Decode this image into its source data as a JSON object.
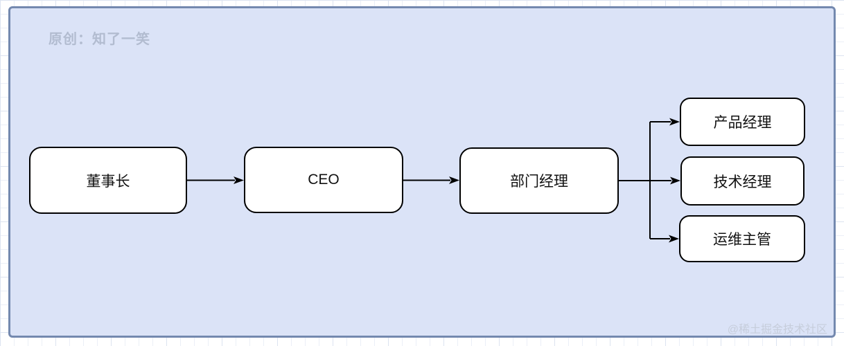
{
  "watermarks": {
    "top_left": "原创：知了一笑",
    "bottom_right": "@稀土掘金技术社区"
  },
  "diagram": {
    "type": "org-chart-flowchart",
    "nodes": [
      {
        "id": "chairman",
        "label": "董事长"
      },
      {
        "id": "ceo",
        "label": "CEO"
      },
      {
        "id": "dept-manager",
        "label": "部门经理"
      },
      {
        "id": "product-manager",
        "label": "产品经理"
      },
      {
        "id": "tech-manager",
        "label": "技术经理"
      },
      {
        "id": "ops-lead",
        "label": "运维主管"
      }
    ],
    "edges": [
      {
        "from": "chairman",
        "to": "ceo"
      },
      {
        "from": "ceo",
        "to": "dept-manager"
      },
      {
        "from": "dept-manager",
        "to": "product-manager"
      },
      {
        "from": "dept-manager",
        "to": "tech-manager"
      },
      {
        "from": "dept-manager",
        "to": "ops-lead"
      }
    ]
  },
  "colors": {
    "canvas_bg": "#ffffff",
    "grid_minor": "#ebeff7",
    "grid_major": "#dce3f0",
    "panel_bg": "#dbe3f7",
    "panel_border": "#7489af",
    "node_bg": "#ffffff",
    "node_border": "#000000",
    "arrow": "#000000",
    "watermark_top": "#b2bcd0",
    "watermark_bottom": "#c6cddb"
  }
}
